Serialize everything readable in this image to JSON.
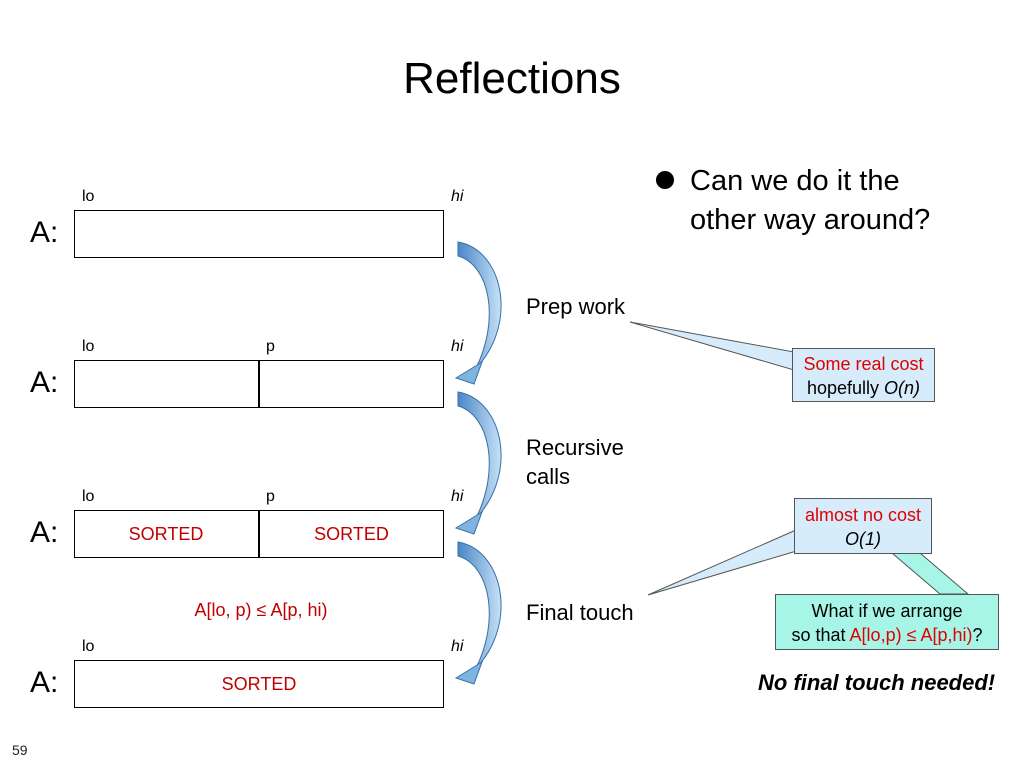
{
  "title": "Reflections",
  "array_prefix": "A:",
  "labels": {
    "lo": "lo",
    "hi": "hi",
    "p": "p"
  },
  "cells": {
    "sorted": "SORTED"
  },
  "invariant": "A[lo, p) ≤ A[p, hi)",
  "steps": {
    "prep": "Prep work",
    "recursive_line1": "Recursive",
    "recursive_line2": "calls",
    "final": "Final touch"
  },
  "bullet": {
    "line1": "Can we do it the",
    "line2": "other way around?"
  },
  "callouts": {
    "prep": {
      "line1": "Some real cost",
      "line2_prefix": "hopefully ",
      "line2_math": "O(n)"
    },
    "final": {
      "line1": "almost no cost",
      "line2": "O(1)"
    },
    "arrange": {
      "line1": "What if we arrange",
      "line2_prefix": "so that ",
      "line2_math": "A[lo,p) ≤ A[p,hi)",
      "line2_suffix": "?"
    }
  },
  "conclusion": "No final touch needed!",
  "page_number": "59",
  "colors": {
    "red_text": "#e00000",
    "dark_red_text": "#c00000",
    "callout_blue": "#d6ecfa",
    "callout_teal": "#a6f5e6",
    "arrow_blue": "#7fb3e0"
  }
}
